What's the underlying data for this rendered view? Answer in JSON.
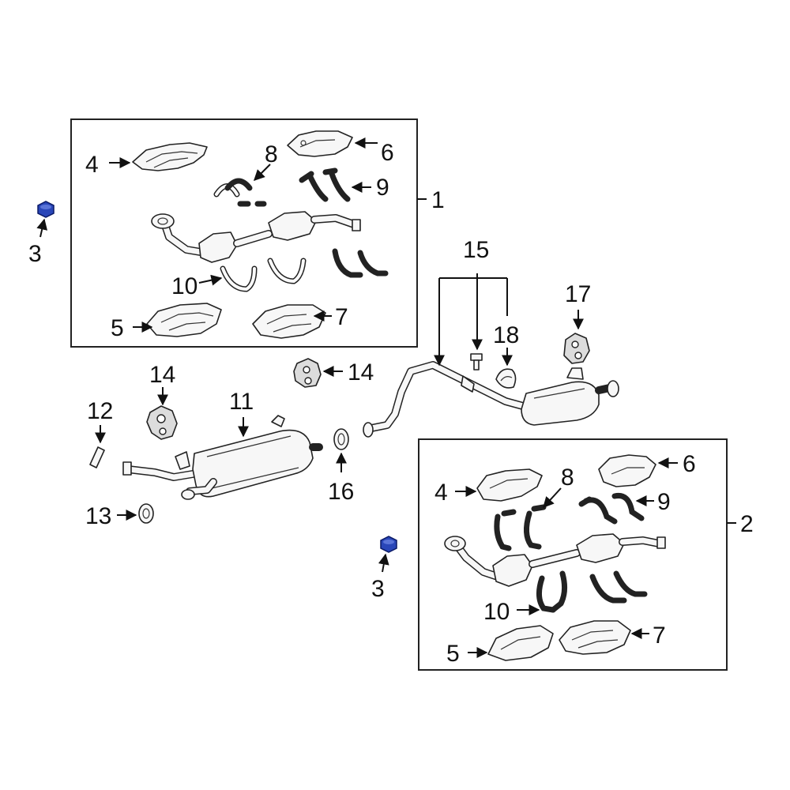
{
  "diagram": {
    "colors": {
      "line": "#222222",
      "part_fill": "#f7f7f7",
      "highlight_nut": "#2946b8",
      "background": "#ffffff"
    },
    "callouts": {
      "c1": "1",
      "c2": "2",
      "c3a": "3",
      "c3b": "3",
      "c4a": "4",
      "c4b": "4",
      "c5a": "5",
      "c5b": "5",
      "c6a": "6",
      "c6b": "6",
      "c7a": "7",
      "c7b": "7",
      "c8a": "8",
      "c8b": "8",
      "c9a": "9",
      "c9b": "9",
      "c10a": "10",
      "c10b": "10",
      "c11": "11",
      "c12": "12",
      "c13": "13",
      "c14a": "14",
      "c14b": "14",
      "c15": "15",
      "c16": "16",
      "c17": "17",
      "c18": "18"
    }
  }
}
